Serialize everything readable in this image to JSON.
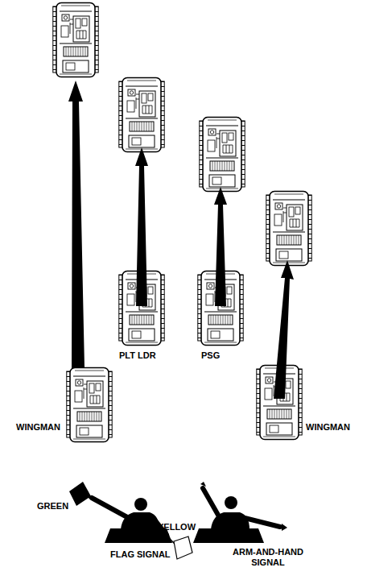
{
  "diagram": {
    "labels": [
      "WINGMAN",
      "PLT LDR",
      "PSG",
      "WINGMAN",
      "GREEN",
      "YELLOW",
      "FLAG SIGNAL",
      "ARM-AND-HAND SIGNAL"
    ]
  }
}
